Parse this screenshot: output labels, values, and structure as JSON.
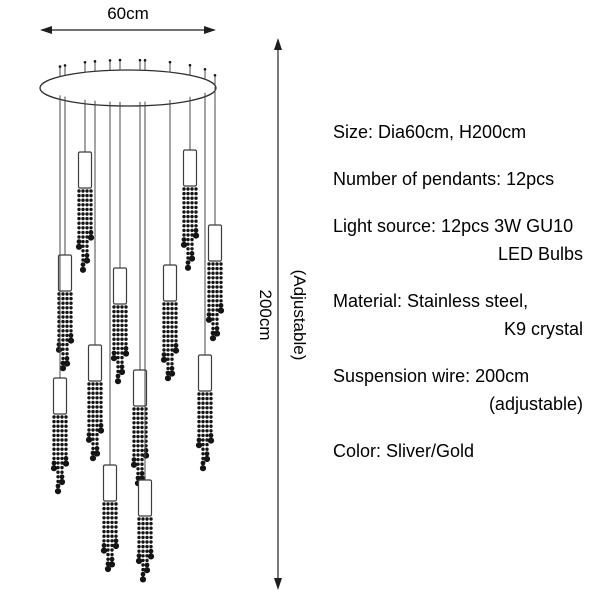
{
  "diagram": {
    "width_label": "60cm",
    "height_label": "200cm",
    "adjustable_label": "(Adjustable)",
    "pendant_count": 12
  },
  "specs": [
    {
      "line1": "Size: Dia60cm, H200cm",
      "line2": ""
    },
    {
      "line1": "Number of pendants: 12pcs",
      "line2": ""
    },
    {
      "line1": "Light source: 12pcs 3W GU10",
      "line2": "LED Bulbs"
    },
    {
      "line1": "Material: Stainless steel,",
      "line2": "K9 crystal"
    },
    {
      "line1": "Suspension wire: 200cm",
      "line2": "(adjustable)"
    },
    {
      "line1": "Color: Sliver/Gold",
      "line2": ""
    }
  ]
}
